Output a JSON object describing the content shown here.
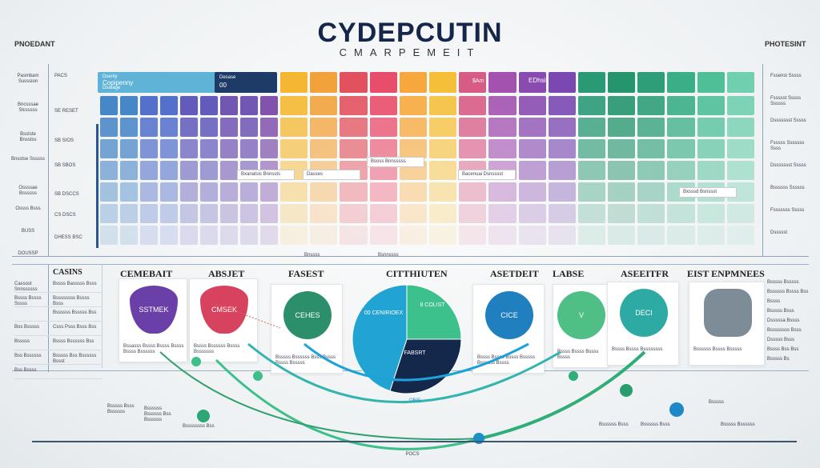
{
  "header": {
    "title": "CYDEPCUTIN",
    "subtitle": "CMARPEMEIT",
    "left_corner": "PNOEDANT",
    "right_corner": "PHOTESINT"
  },
  "grid": {
    "top_blue_text": [
      "Dsenty",
      "Copipenny",
      "Dsatage"
    ],
    "top_navy_text": [
      "Desase",
      "00"
    ],
    "purple_label": "$Am",
    "teal_label": "EDhsit",
    "column_colors": [
      "#3d7fc4",
      "#4a69c8",
      "#5a52b8",
      "#6a4db0",
      "#7b4aa8",
      "#f5b731",
      "#f2a23a",
      "#e2515e",
      "#e84d6c",
      "#f6a83c",
      "#f5bf3a",
      "#d85b86",
      "#a352b0",
      "#8a4bb0",
      "#7a48b0",
      "#2a9a74",
      "#25956d",
      "#2d9e78",
      "#3aae86",
      "#4fbf98",
      "#6fcfae"
    ],
    "callouts": [
      "Bxanatsis Bnnssts",
      "Dasses",
      "Bsoss Bnnsssss",
      "Bacenuai Dsnsssst",
      "Bxsssd Bsnssst"
    ],
    "bottom_tags": [
      "Bnssss",
      "Bsnnssss"
    ]
  },
  "left_labels": [
    {
      "a": "Pasmbam Susssion",
      "b": "PACS"
    },
    {
      "a": "Bncsssae Slcsssss",
      "b": "SE RESET"
    },
    {
      "a": "Bsstste Bnsstss",
      "b": "SB SIOS"
    },
    {
      "a": "Bnsstse Ssssss",
      "b": "SB SBOS"
    },
    {
      "a": "Ossssae Bssssss",
      "b": "SB DSCCS"
    },
    {
      "a": "Ossss Bsss",
      "b": "CS DSCS"
    },
    {
      "a": "BUSS",
      "b": "DHESS BSC"
    },
    {
      "a": "DOUSSP",
      "b": ""
    }
  ],
  "right_labels": [
    "Fssenst Sssss",
    "Fssssst Sssss Ssssss",
    "Dssssssst Sssss",
    "Fsssss Sssssss Ssss",
    "Dssssssst Sssss",
    "Bssssss Ssssss",
    "Fsssssss Sssss",
    "Dssssst"
  ],
  "section": {
    "headers": [
      "CEMEBAIT",
      "ABSJET",
      "FASEST",
      "CITTHIUTEN",
      "ASETDEIT",
      "LABSE",
      "ASEEITFR",
      "EIST ENPMNEES"
    ],
    "table_header": "CASINS",
    "table_rows": [
      {
        "a": "Cassost Snnssssss",
        "b": "Bssss Basssss Bsss"
      },
      {
        "a": "Bssss Bssss Sssss",
        "b": "Bssssssss Bssss Bsss"
      },
      {
        "a": "",
        "b": "Bssssss Bsssss Bss"
      },
      {
        "a": "Bos Bsssss",
        "b": "Csss Psss Bsss Bss"
      },
      {
        "a": "Bsssss",
        "b": "Bssss Bssssss Bss"
      },
      {
        "a": "Bss Bssssss",
        "b": "Bsssss Bss Bssssss Bssst"
      },
      {
        "a": "Bss Bssss",
        "b": ""
      }
    ],
    "right_rows": [
      "Bsssss Bsssss",
      "Bssssss Bssss Bss",
      "Bssss",
      "Bsssss Bsss",
      "Dsssssa Bssss",
      "Bssssssss Bsss",
      "Dsssss Bsss",
      "Bssss Bss Bss",
      "Bsssss Bs"
    ],
    "cards": [
      {
        "badge": "SSTMEK",
        "desc": "Bssasss Bssss Bssss Bssss Bssss Bssssss",
        "color": "#6a3fa8"
      },
      {
        "badge": "CMSEK",
        "desc": "Bssss Bssssss Bssss Bsssssss",
        "color": "#d7435e"
      },
      {
        "badge": "CEHES",
        "desc": "Bsssss Bssssss Bsss Bssss Bssss Bsssss",
        "color": "#2a8f6a"
      },
      {
        "badge": "CICE",
        "desc": "Bssss Bssss Bssss Bsssss Bssssss Bssss",
        "color": "#1f7fbf"
      },
      {
        "badge": "V",
        "desc": "Bssss Bssss Bssss Bssss",
        "color": "#4fbf86"
      },
      {
        "badge": "DECI",
        "desc": "Bssss Bssss Bssssssss",
        "color": "#2eaaa5"
      },
      {
        "badge": "",
        "desc": "Bssssss Bssss Bsssss",
        "color": "#7d8c96"
      }
    ],
    "pie": {
      "slices": [
        {
          "label": "00 CENIRIOEX",
          "value": 45,
          "color": "#21a4d4"
        },
        {
          "label": "8 COLIST",
          "value": 25,
          "color": "#3cc08c"
        },
        {
          "label": "FABSRT",
          "value": 30,
          "color": "#14284b"
        }
      ],
      "caption": "OBIS"
    }
  },
  "timeline": {
    "left_notes": [
      "Bsssss Bsss Bssssss",
      "Bssssss Bssssss Bss Bssssss",
      "Bssssssss Bss"
    ],
    "right_notes": [
      "Bsssss",
      "Bssssss Bsss",
      "Bssssss Bsss",
      "Bsssss Bssssss"
    ],
    "axis_label": "POCS"
  }
}
